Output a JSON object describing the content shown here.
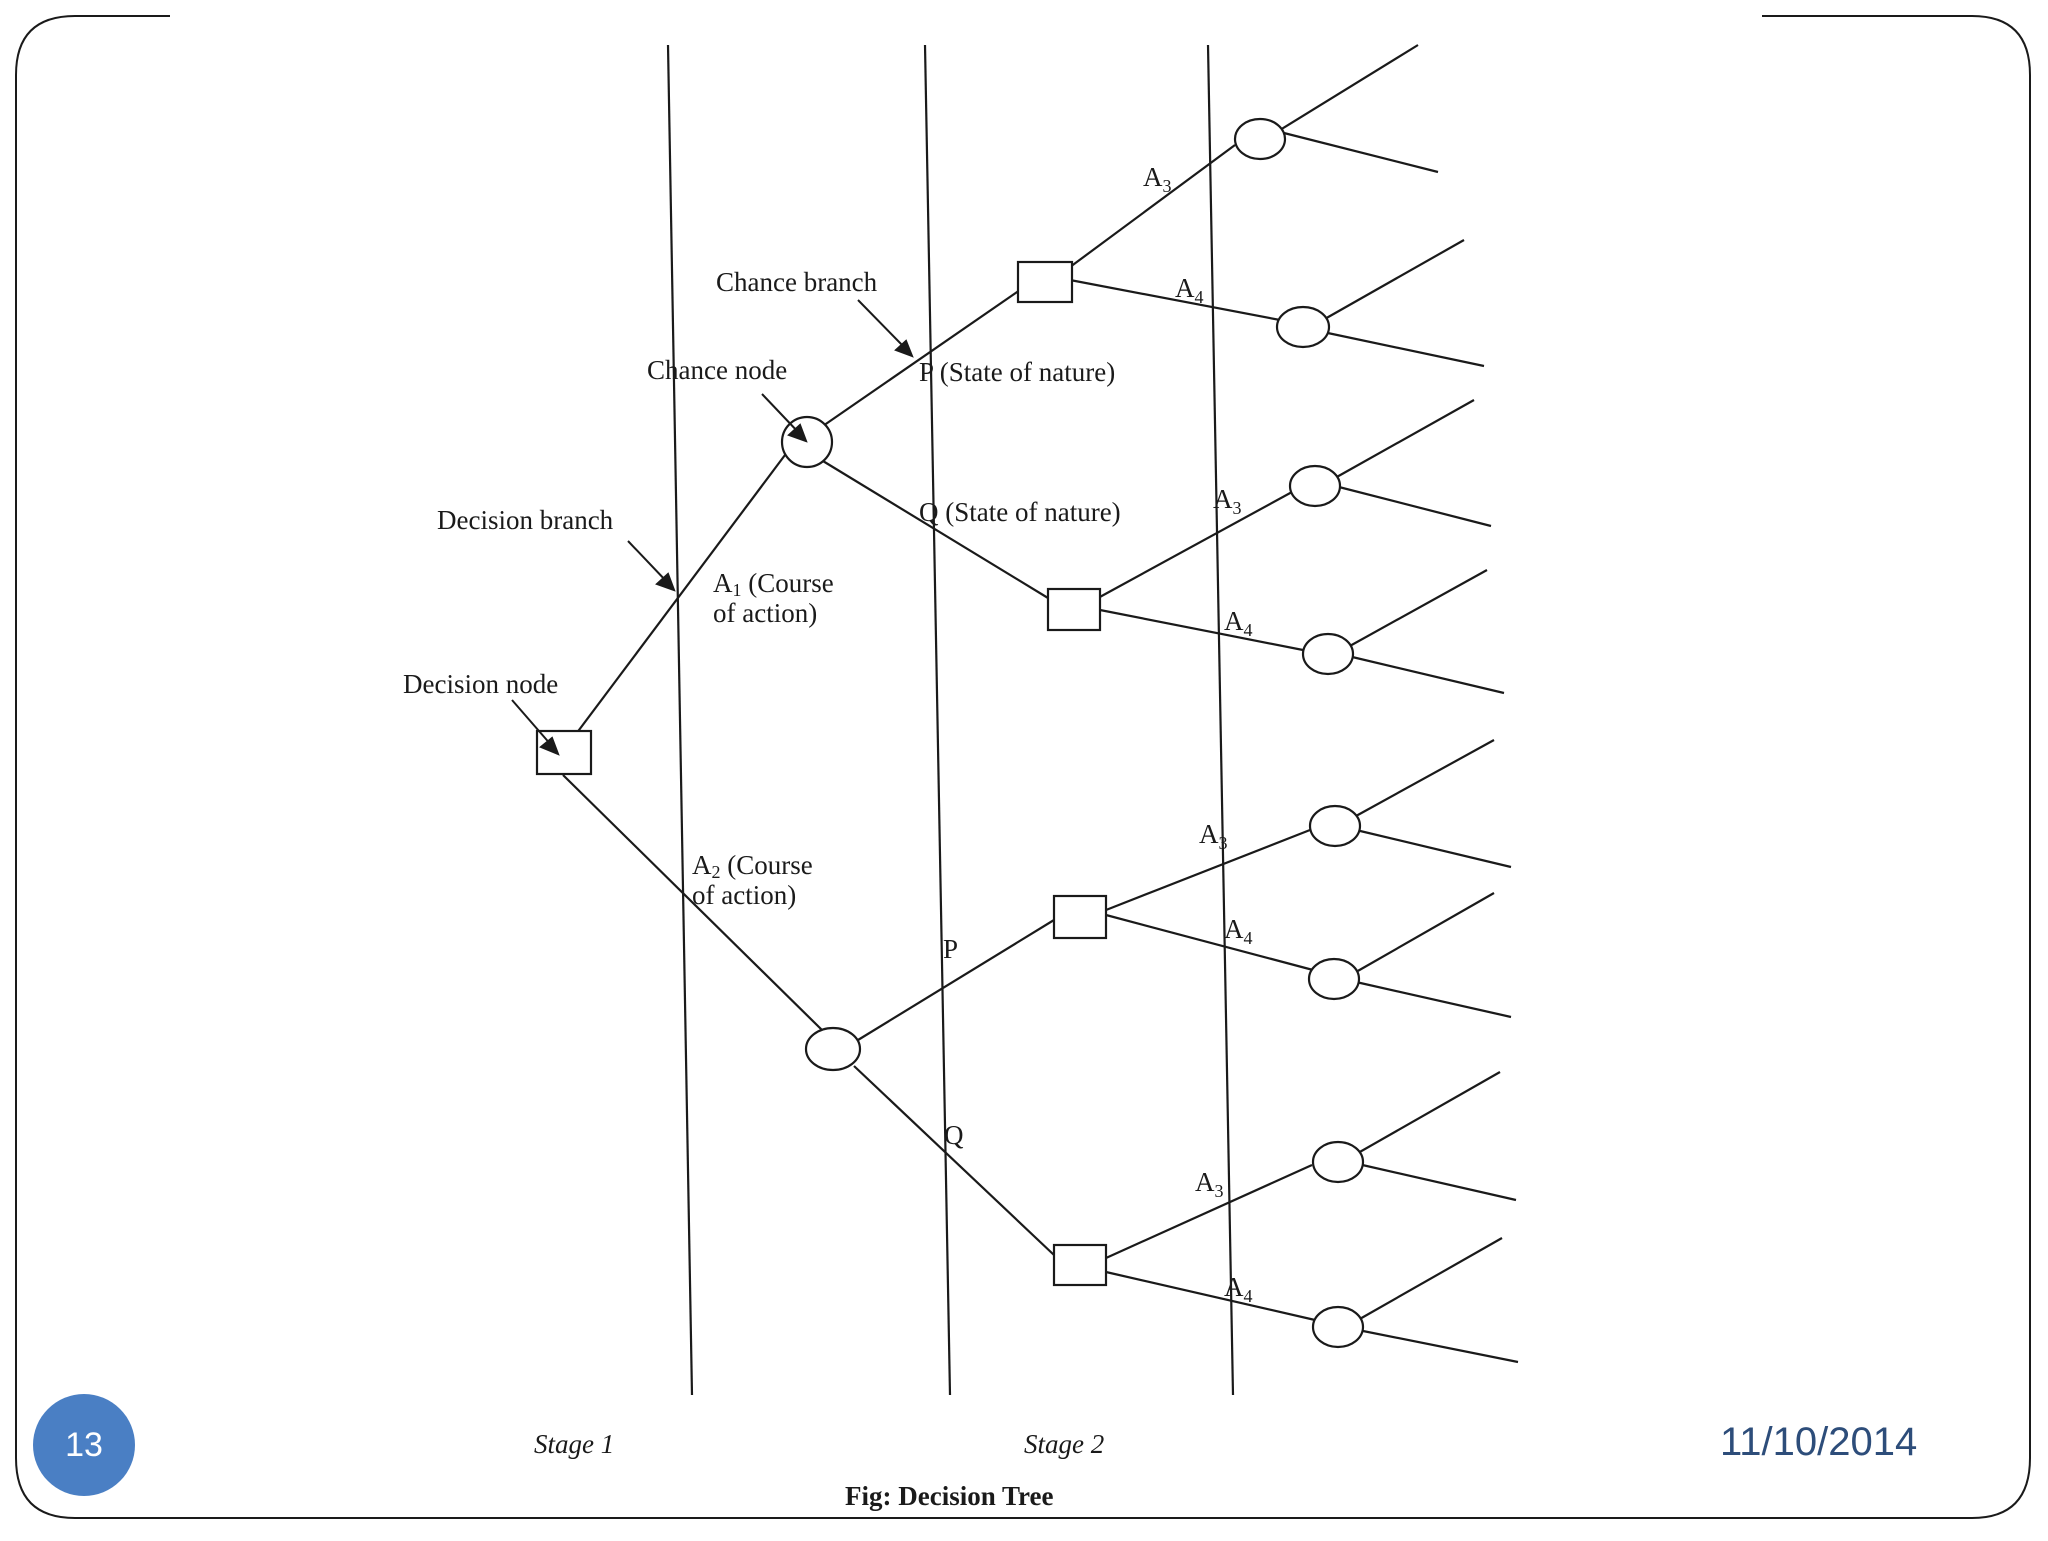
{
  "slide": {
    "page_number": "13",
    "date": "11/10/2014"
  },
  "diagram": {
    "labels": {
      "decision_node": "Decision node",
      "decision_branch": "Decision branch",
      "chance_node": "Chance node",
      "chance_branch": "Chance branch",
      "a1": "A",
      "a1_sub": "1",
      "a1_text": " (Course",
      "a1_text2": "of action)",
      "a2": "A",
      "a2_sub": "2",
      "a2_text": " (Course",
      "a2_text2": "of action)",
      "p_state": "P (State of nature)",
      "q_state": "Q (State of nature)",
      "p": "P",
      "q": "Q",
      "a": "A",
      "sub3": "3",
      "sub4": "4"
    },
    "stages": [
      "Stage 1",
      "Stage 2"
    ],
    "caption": "Fig: Decision Tree",
    "colors": {
      "line": "#1a1a1a",
      "frame": "#1a1a1a",
      "badge": "#4a7fc4",
      "date": "#2d4d7a"
    }
  }
}
